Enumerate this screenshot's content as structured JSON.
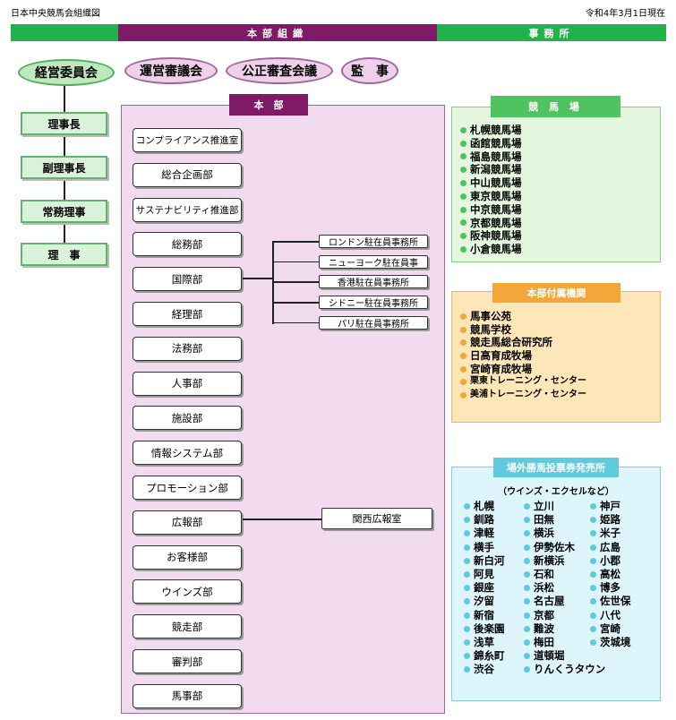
{
  "header": {
    "title": "日本中央競馬会組織図",
    "date": "令和4年3月1日現在"
  },
  "bars": {
    "center": "本部組織",
    "right": "事務所"
  },
  "top_ovals": {
    "management": "経営委員会",
    "committees": [
      "運営審議会",
      "公正審査会議",
      "監　事"
    ]
  },
  "exec": [
    "理事長",
    "副理事長",
    "常務理事",
    "理　事"
  ],
  "honbu": {
    "title": "本　部",
    "departments": [
      "コンプライアンス推進室",
      "総合企画部",
      "サステナビリティ推進部",
      "総務部",
      "国際部",
      "経理部",
      "法務部",
      "人事部",
      "施設部",
      "情報システム部",
      "プロモーション部",
      "広報部",
      "お客様部",
      "ウインズ部",
      "競走部",
      "審判部",
      "馬事部"
    ]
  },
  "overseas_offices": [
    "ロンドン駐在員事務所",
    "ニューヨーク駐在員事",
    "香港駐在員事務所",
    "シドニー駐在員事務所",
    "パリ駐在員事務所"
  ],
  "pr_office": "関西広報室",
  "racecourses": {
    "title": "競 馬 場",
    "items": [
      "札幌競馬場",
      "函館競馬場",
      "福島競馬場",
      "新潟競馬場",
      "中山競馬場",
      "東京競馬場",
      "中京競馬場",
      "京都競馬場",
      "阪神競馬場",
      "小倉競馬場"
    ]
  },
  "affiliated": {
    "title": "本部付属機関",
    "items": [
      "馬事公苑",
      "競馬学校",
      "競走馬総合研究所",
      "日高育成牧場",
      "宮崎育成牧場",
      "栗東トレーニング・センター",
      "美浦トレーニング・センター"
    ]
  },
  "offsite": {
    "title": "場外勝馬投票券発売所",
    "subtitle": "（ウインズ・エクセルなど）",
    "col1": [
      "札幌",
      "釧路",
      "津軽",
      "横手",
      "新白河",
      "阿見",
      "銀座",
      "汐留",
      "新宿",
      "後楽園",
      "浅草",
      "錦糸町",
      "渋谷"
    ],
    "col2": [
      "立川",
      "田無",
      "横浜",
      "伊勢佐木",
      "新横浜",
      "石和",
      "浜松",
      "名古屋",
      "京都",
      "難波",
      "梅田",
      "道頓堀",
      "りんくうタウン"
    ],
    "col3": [
      "神戸",
      "姫路",
      "米子",
      "広島",
      "小郡",
      "高松",
      "博多",
      "佐世保",
      "八代",
      "宮崎",
      "茨城境"
    ]
  },
  "colors": {
    "green_bar": "#22b24c",
    "purple_bar": "#7e1a66",
    "honbu_fill": "#f2dbef",
    "race_fill": "#e6f7df",
    "affil_fill": "#fde6b8",
    "affil_header": "#f3a63a",
    "offsite_fill": "#def6fb",
    "offsite_header": "#5fc9de",
    "race_header": "#4fc35f"
  }
}
